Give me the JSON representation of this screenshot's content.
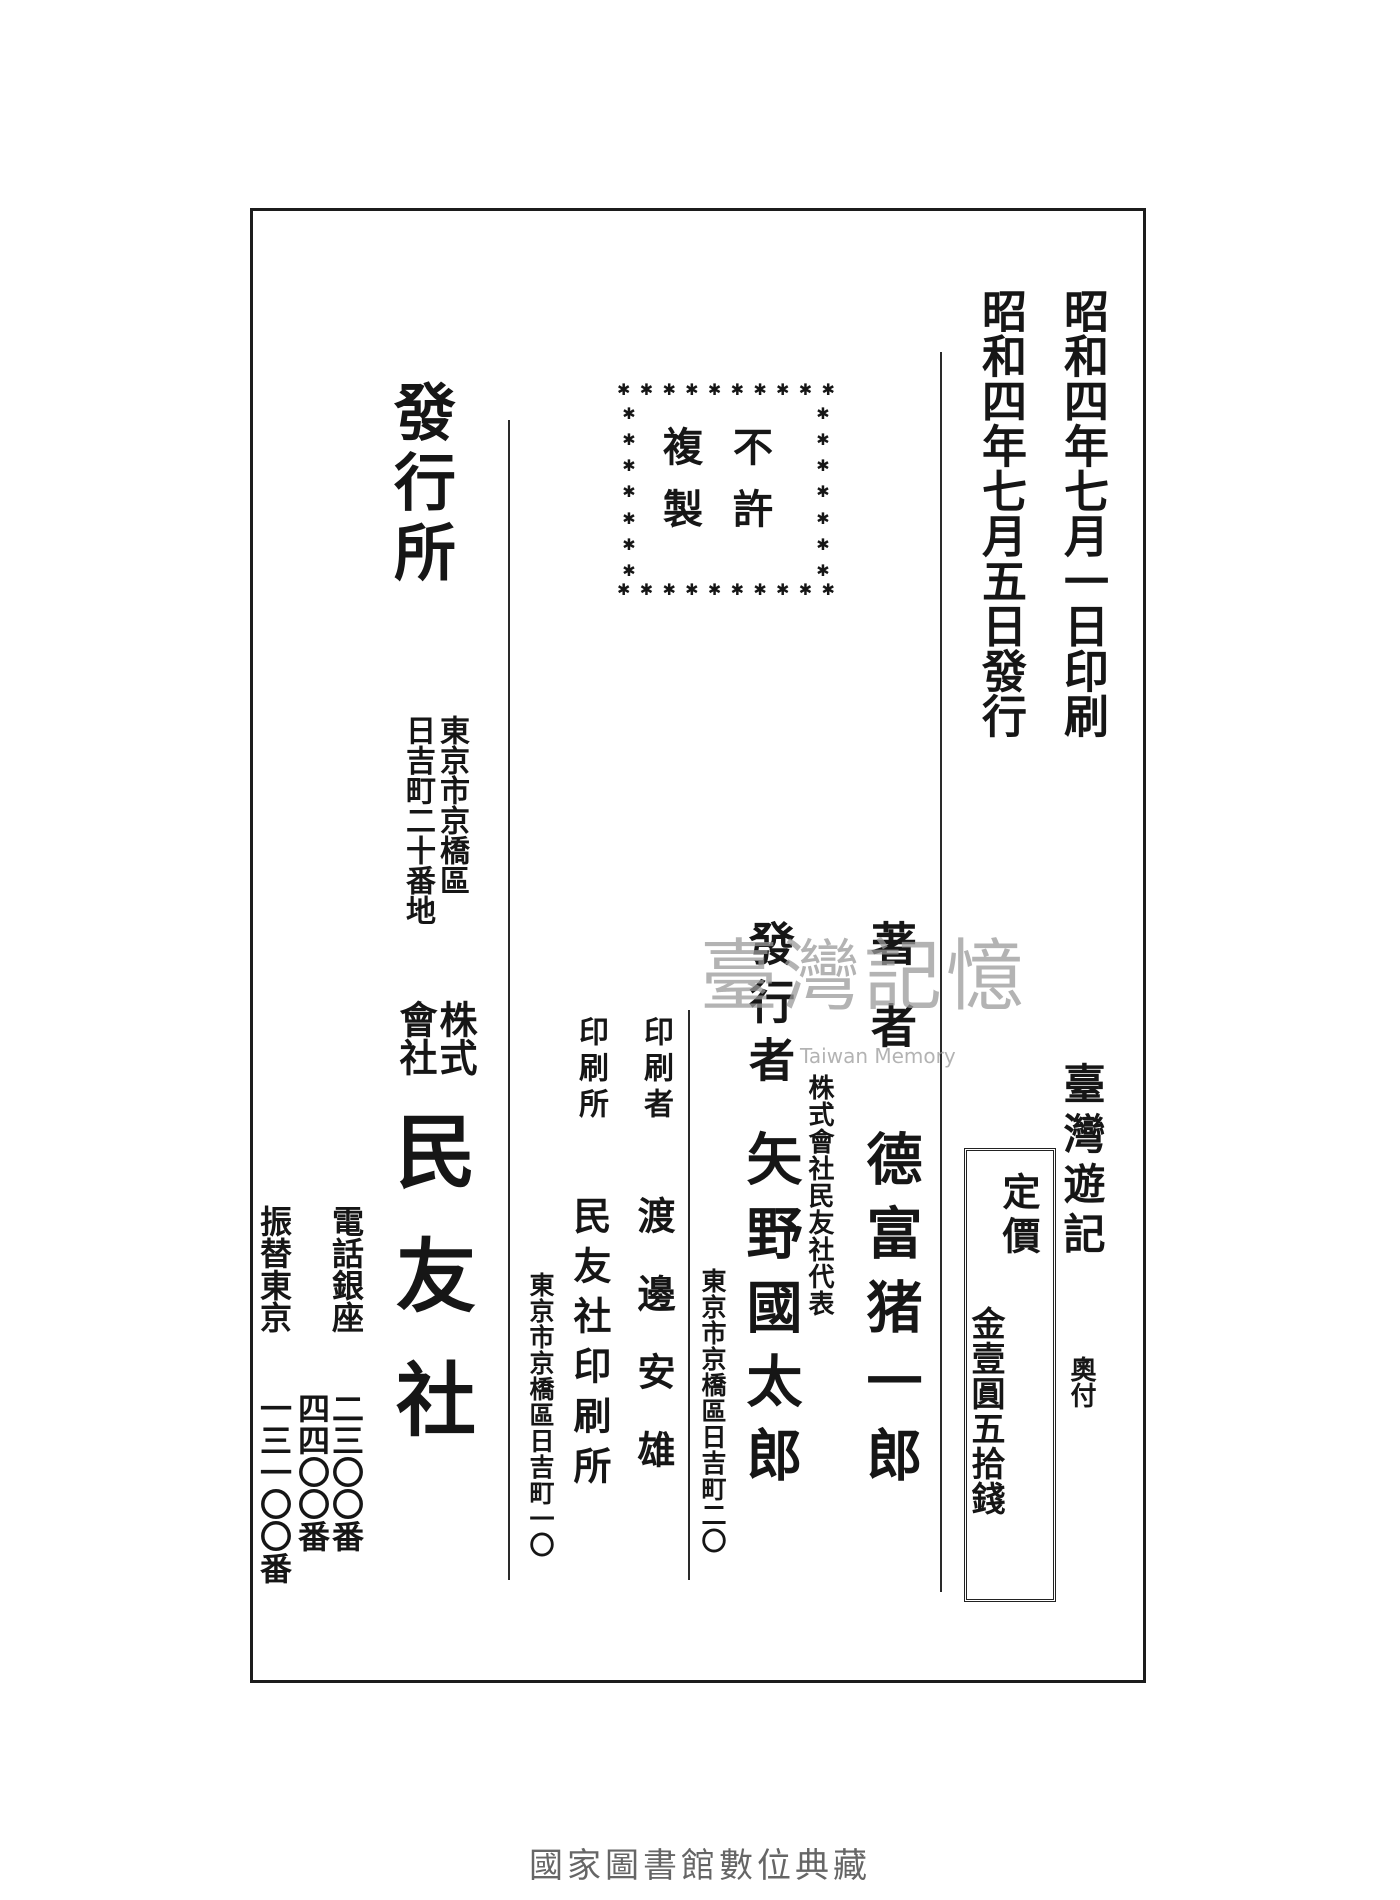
{
  "colophon": {
    "print_date": "昭和四年七月一日印刷",
    "issue_date": "昭和四年七月五日發行",
    "stamp": {
      "line1": "不許",
      "line2": "複製"
    },
    "book_title": "臺灣遊記",
    "okuzuke": "奧付",
    "price_label": "定價",
    "price_value": "金壹圓五拾錢",
    "author_label": "著者",
    "author_name": "德富猪一郎",
    "publisher_label": "發行者",
    "publisher_rep": "株式會社民友社代表",
    "publisher_name": "矢野國太郎",
    "publisher_address": "東京市京橋區日吉町二〇",
    "printer_label": "印刷者",
    "printer_name": "渡邊安雄",
    "printery_label": "印刷所",
    "printery_name": "民友社印刷所",
    "printery_address": "東京市京橋區日吉町一〇"
  },
  "issuing_office": {
    "label": "發行所",
    "address_line1": "東京市京橋區",
    "address_line2": "日吉町二十番地",
    "kaisha_line1": "株式",
    "kaisha_line2": "會社",
    "name": "民友社",
    "tel_label": "電話銀座",
    "tel_1": "二三〇〇番",
    "tel_2": "四四〇〇番",
    "transfer_label": "振替東京",
    "transfer_no": "一三一〇〇番"
  },
  "watermark": {
    "chinese": "臺灣記憶",
    "english": "Taiwan Memory"
  },
  "footer": "國家圖書館數位典藏"
}
